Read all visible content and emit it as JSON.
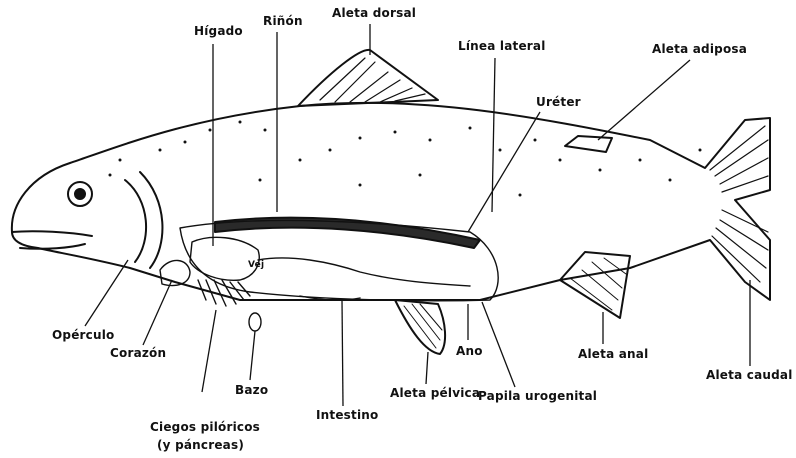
{
  "labels": {
    "higado": "Hígado",
    "rinon": "Riñón",
    "aleta_dorsal": "Aleta dorsal",
    "linea_lateral": "Línea lateral",
    "aleta_adiposa": "Aleta adiposa",
    "ureter": "Uréter",
    "vejiga": "Vej",
    "operculo": "Opérculo",
    "corazon": "Corazón",
    "bazo": "Bazo",
    "ciegos_1": "Ciegos pilóricos",
    "ciegos_2": "(y páncreas)",
    "intestino": "Intestino",
    "aleta_pelvica": "Aleta pélvica",
    "ano": "Ano",
    "papila": "Papila urogenital",
    "aleta_anal": "Aleta anal",
    "aleta_caudal": "Aleta caudal"
  },
  "colors": {
    "ink": "#111111",
    "background": "#ffffff",
    "kidney_fill": "#2a2a2a"
  }
}
